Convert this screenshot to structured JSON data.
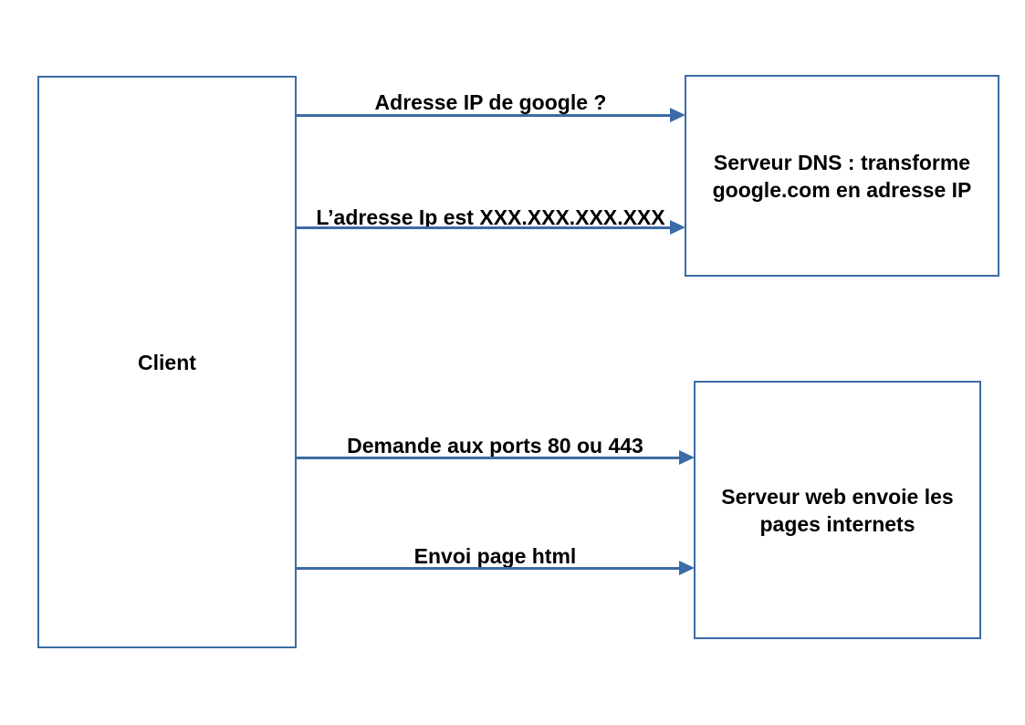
{
  "diagram": {
    "client_box": {
      "label": "Client"
    },
    "dns_box": {
      "lines": [
        "Serveur DNS : transforme",
        "google.com en adresse IP"
      ]
    },
    "web_box": {
      "lines": [
        "Serveur web envoie les",
        "pages internets"
      ]
    },
    "arrows": [
      {
        "label": "Adresse IP de google ?",
        "from": "client",
        "to": "dns_server",
        "direction": "right"
      },
      {
        "label": "L’adresse Ip est XXX.XXX.XXX.XXX",
        "from": "client",
        "to": "dns_server",
        "direction": "right"
      },
      {
        "label": "Demande aux ports 80 ou 443",
        "from": "client",
        "to": "web_server",
        "direction": "right"
      },
      {
        "label": "Envoi page html",
        "from": "client",
        "to": "web_server",
        "direction": "right"
      }
    ],
    "colors": {
      "line": "#3b6ca5",
      "text": "#000000",
      "background": "#ffffff"
    }
  }
}
